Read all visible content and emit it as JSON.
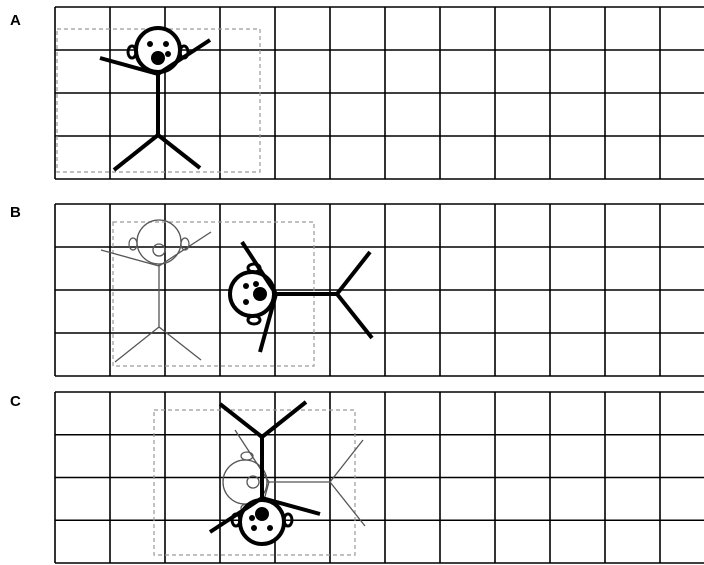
{
  "panels": [
    {
      "label": "A"
    },
    {
      "label": "B"
    },
    {
      "label": "C"
    }
  ],
  "grid": {
    "rows": 4,
    "cols": 12
  },
  "colors": {
    "line": "#000000",
    "ghost": "#555555",
    "dash": "#9a9a9a"
  }
}
